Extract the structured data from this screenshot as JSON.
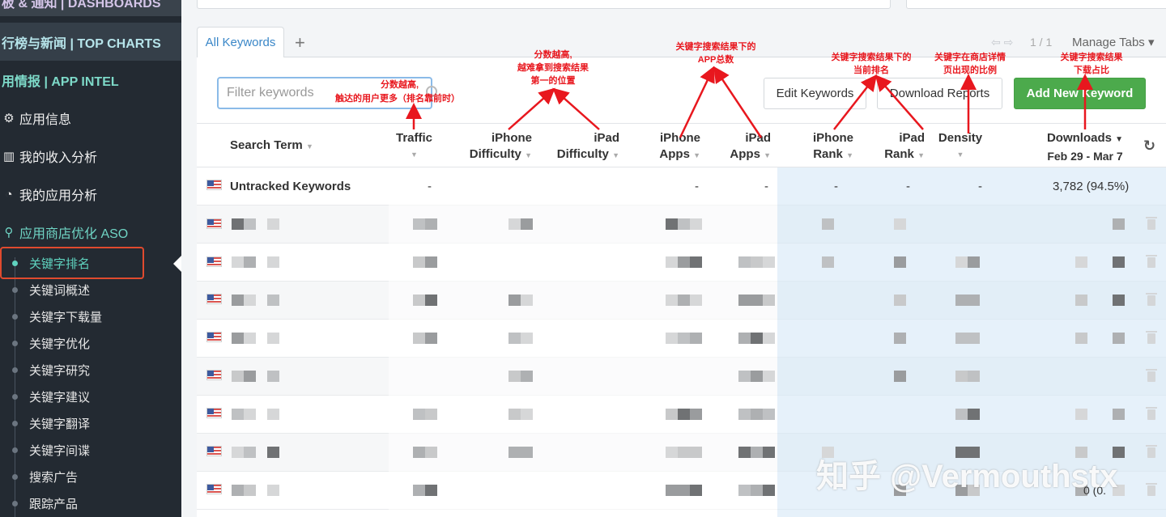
{
  "sidebar": {
    "dashboards": "板 & 通知 | DASHBOARDS",
    "top_charts": "行榜与新闻 | TOP CHARTS",
    "app_intel": "用情报 | APP INTEL",
    "main_items": [
      {
        "label": "应用信息",
        "icon": "app-info-icon"
      },
      {
        "label": "我的收入分析",
        "icon": "bar-chart-icon"
      },
      {
        "label": "我的应用分析",
        "icon": "gauge-icon"
      },
      {
        "label": "应用商店优化 ASO",
        "icon": "aso-search-icon"
      }
    ],
    "sub_items": [
      "关键字排名",
      "关键词概述",
      "关键字下载量",
      "关键字优化",
      "关键字研究",
      "关键字建议",
      "关键字翻译",
      "关键字间谍",
      "搜索广告",
      "跟踪产品"
    ]
  },
  "tabs": {
    "all_keywords": "All Keywords",
    "add_tab": "+",
    "pager": "1 / 1",
    "manage_tabs": "Manage Tabs ▾"
  },
  "toolbar": {
    "filter_placeholder": "Filter keywords",
    "edit_keywords": "Edit Keywords",
    "download_reports": "Download Reports",
    "add_new_keyword": "Add New Keyword"
  },
  "table": {
    "headers": {
      "search_term": "Search Term",
      "traffic": "Traffic",
      "iphone_difficulty_1": "iPhone",
      "iphone_difficulty_2": "Difficulty",
      "ipad_difficulty_1": "iPad",
      "ipad_difficulty_2": "Difficulty",
      "iphone_apps_1": "iPhone",
      "iphone_apps_2": "Apps",
      "ipad_apps_1": "iPad",
      "ipad_apps_2": "Apps",
      "iphone_rank_1": "iPhone",
      "iphone_rank_2": "Rank",
      "ipad_rank_1": "iPad",
      "ipad_rank_2": "Rank",
      "density": "Density",
      "downloads": "Downloads",
      "date_range": "Feb 29 - Mar 7"
    },
    "untracked": {
      "term": "Untracked Keywords",
      "traffic": "-",
      "iphone_apps": "-",
      "ipad_apps": "-",
      "iphone_rank": "-",
      "ipad_rank": "-",
      "density": "-",
      "downloads": "3,782 (94.5%)"
    },
    "partial_downloads_last": "0 (0."
  },
  "annotations": {
    "traffic_1": "分数越高,",
    "traffic_2": "触达的用户更多（排名靠前时）",
    "difficulty_1": "分数越高,",
    "difficulty_2": "越难拿到搜索结果",
    "difficulty_3": "第一的位置",
    "apps_1": "关键字搜索结果下的",
    "apps_2": "APP总数",
    "rank_1": "关键字搜索结果下的",
    "rank_2": "当前排名",
    "density_1": "关键字在商店详情",
    "density_2": "页出现的比例",
    "downloads_1": "关键字搜索结果",
    "downloads_2": "下载占比"
  },
  "watermark": "知乎 @Vermouthstx",
  "colors": {
    "sidebar_bg": "#232a32",
    "accent_teal": "#5fd3bf",
    "add_button": "#4caa4c",
    "annotation_red": "#e8171e",
    "highlight_box": "#e04a2e"
  }
}
